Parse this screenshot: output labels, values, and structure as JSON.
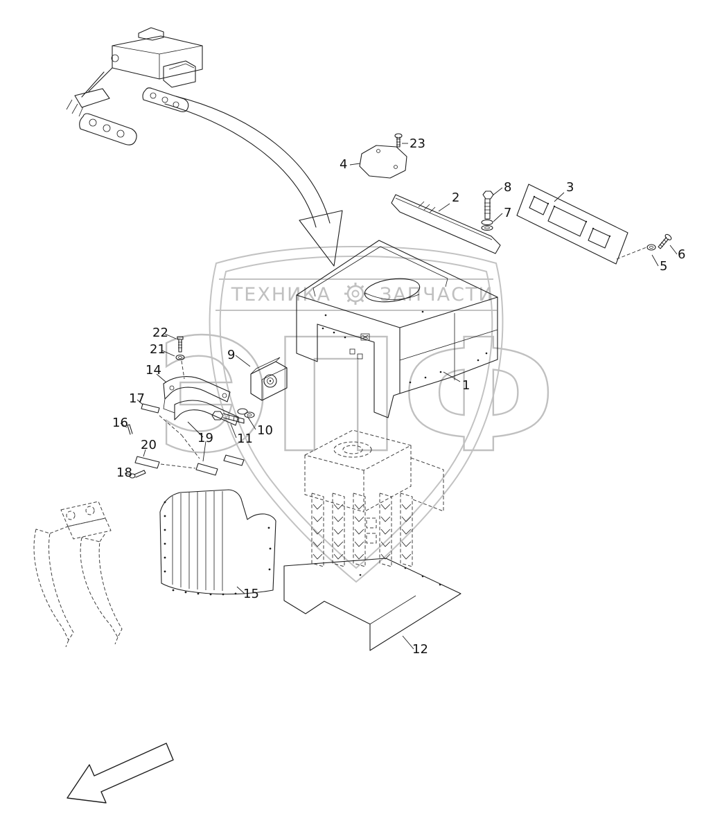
{
  "watermark": {
    "left": "ТЕХНИКА",
    "right": "ЗАПЧАСТИ",
    "letters": "ЭПФ"
  },
  "parts": {
    "p1": "1",
    "p2": "2",
    "p3": "3",
    "p4": "4",
    "p5": "5",
    "p6": "6",
    "p7": "7",
    "p8": "8",
    "p9": "9",
    "p10": "10",
    "p11": "11",
    "p12": "12",
    "p14": "14",
    "p15": "15",
    "p16": "16",
    "p17": "17",
    "p18": "18",
    "p19": "19",
    "p20": "20",
    "p21": "21",
    "p22": "22",
    "p23": "23"
  },
  "colors": {
    "line": "#1c1c1c",
    "watermark": "#c0c0c0",
    "background": "#ffffff"
  }
}
